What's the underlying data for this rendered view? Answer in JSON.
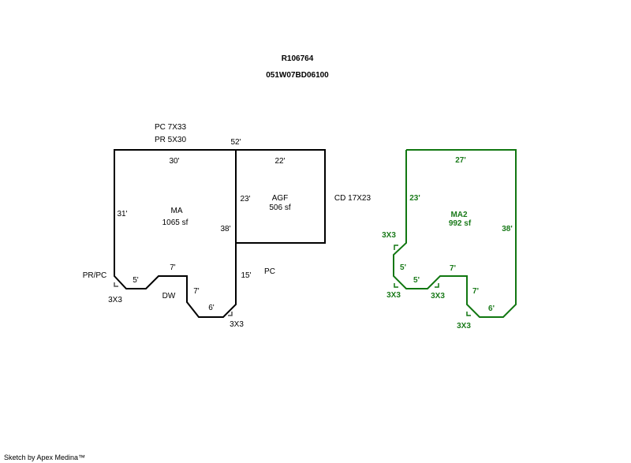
{
  "header": {
    "record_id": "R106764",
    "parcel_id": "051W07BD06100"
  },
  "colors": {
    "main_outline": "#000000",
    "secondary_outline": "#117711",
    "secondary_text": "#1a7a1a"
  },
  "notes": {
    "pc_note": "PC 7X33",
    "pr_note": "PR 5X30",
    "overall_width": "52'",
    "cd_note": "CD 17X23",
    "pr_pc": "PR/PC",
    "pc_label": "PC",
    "dw_label": "DW"
  },
  "ma": {
    "name": "MA",
    "area": "1065 sf",
    "dims": {
      "top": "30'",
      "left": "31'",
      "right": "38'",
      "step1": "5'",
      "step2": "7'",
      "step3": "7'",
      "step4": "6'",
      "right_lower": "15'"
    },
    "corners": [
      "3X3",
      "3X3"
    ]
  },
  "agf": {
    "name": "AGF",
    "area": "506 sf",
    "dims": {
      "top": "22'",
      "left": "23'"
    }
  },
  "ma2": {
    "name": "MA2",
    "area": "992 sf",
    "dims": {
      "top": "27'",
      "left": "23'",
      "right": "38'",
      "diag": "5'",
      "step1": "5'",
      "step2": "7'",
      "step3": "7'",
      "step4": "6'"
    },
    "corners": [
      "3X3",
      "3X3",
      "3X3",
      "3X3"
    ]
  },
  "footer": {
    "credit": "Sketch by Apex Medina™"
  }
}
